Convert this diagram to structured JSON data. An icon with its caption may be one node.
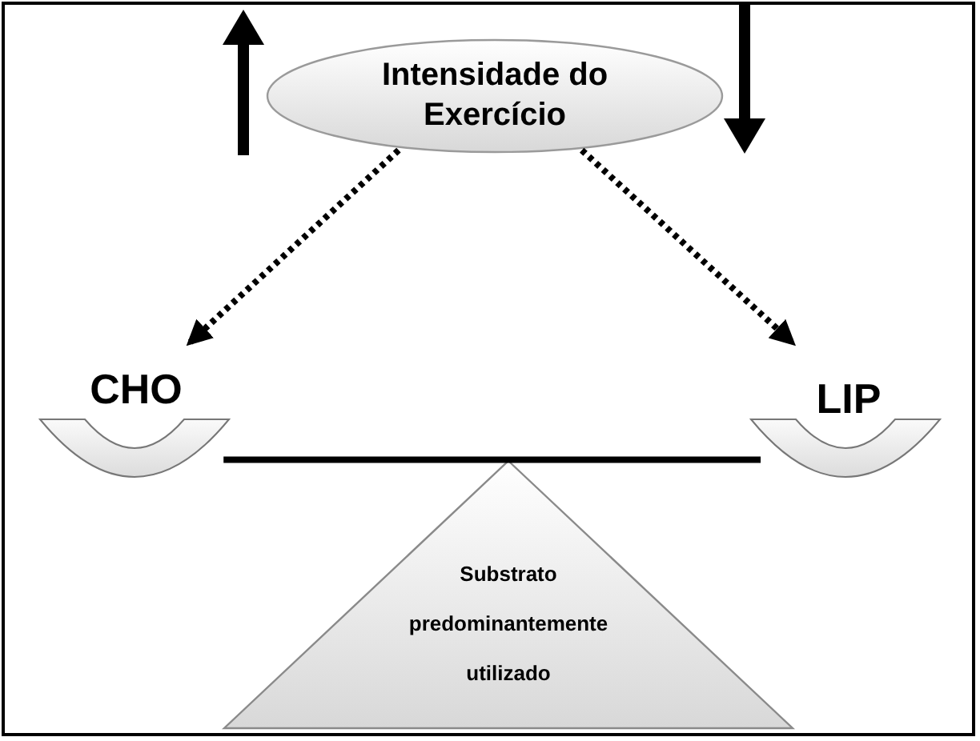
{
  "diagram": {
    "nodes": [
      {
        "text": [
          "Intensidade do Exercício"
        ]
      },
      {
        "text": [
          "CHO"
        ]
      },
      {
        "text": [
          "LIP"
        ]
      },
      {
        "text": [
          "Substrato predominantemente utilizado"
        ]
      }
    ],
    "edges": [
      {
        "from": 0,
        "to": 1,
        "arrow": "to",
        "style": "dashed"
      },
      {
        "from": 0,
        "to": 2,
        "arrow": "to",
        "style": "dashed"
      },
      {
        "from": 1,
        "to": 2,
        "arrow": "none"
      }
    ]
  }
}
